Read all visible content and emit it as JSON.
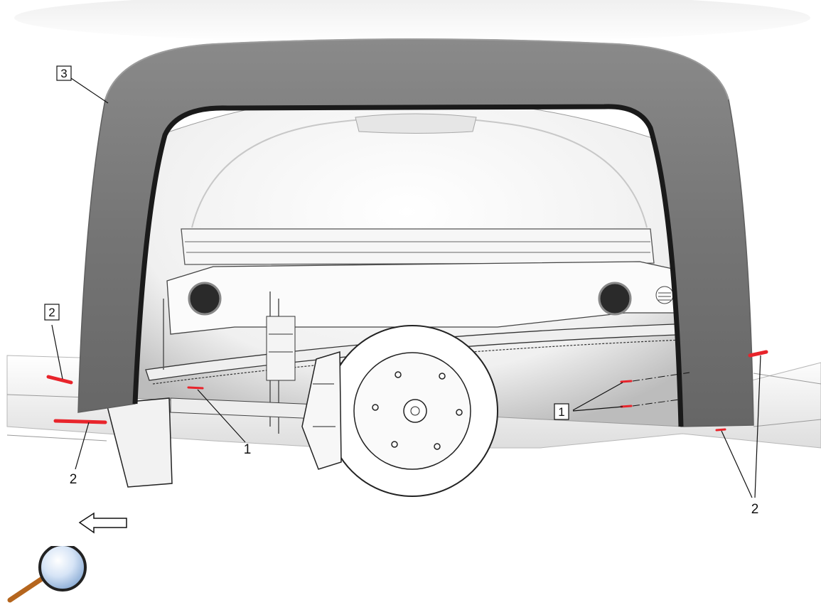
{
  "callouts": {
    "fender_flare_boxed": "3",
    "retainer_left_boxed": "2",
    "retainer_left_plain": "2",
    "fastener_left_plain": "1",
    "fastener_right_boxed": "1",
    "retainer_right_plain": "2"
  },
  "colors": {
    "flare": "#767676",
    "flare_edge": "#5f5f5f",
    "highlight": "#e8242b",
    "line": "#111111"
  },
  "icons": {
    "direction": "arrow-left-icon",
    "zoom": "magnifier-icon"
  }
}
